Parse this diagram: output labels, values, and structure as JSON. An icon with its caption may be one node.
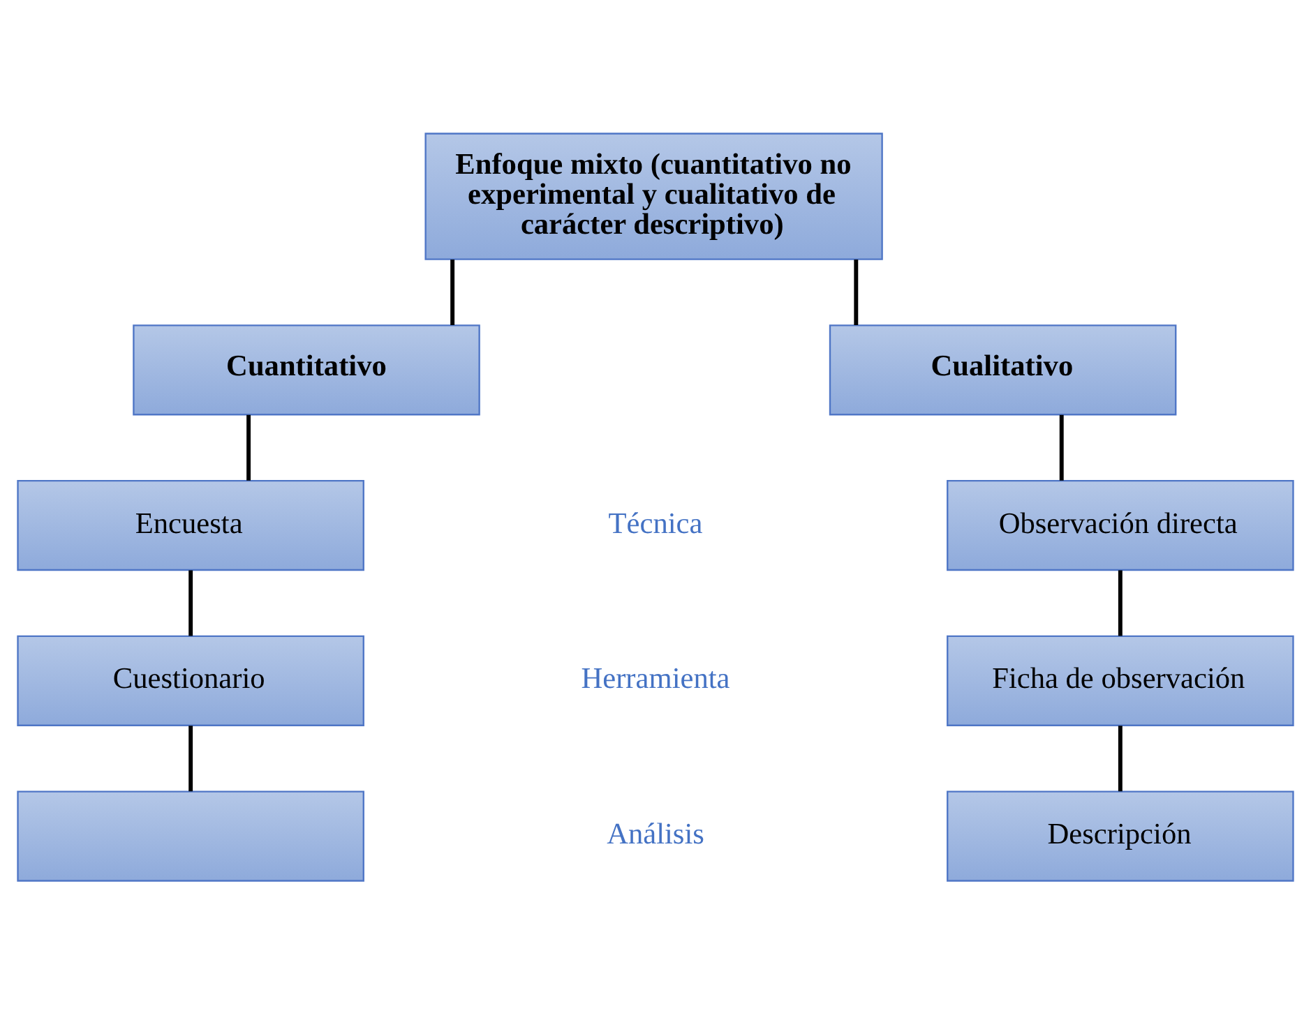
{
  "diagram": {
    "nodes": [
      {
        "text": [
          "Enfoque mixto (cuantitativo no experimental y cualitativo de carácter descriptivo)"
        ]
      },
      {
        "text": [
          "Cuantitativo"
        ]
      },
      {
        "text": [
          "Cualitativo"
        ]
      },
      {
        "text": [
          "Encuesta"
        ]
      },
      {
        "text": [
          "Cuestionario"
        ]
      },
      {
        "text": [],
        "shape": "box"
      },
      {
        "text": [
          "Observación directa"
        ]
      },
      {
        "text": [
          "Ficha de observación"
        ]
      },
      {
        "text": [
          "Descripción"
        ]
      }
    ],
    "edges": [
      {
        "from": 0,
        "to": 1,
        "arrow": "none"
      },
      {
        "from": 0,
        "to": 2,
        "arrow": "none"
      },
      {
        "from": 1,
        "to": 3,
        "arrow": "none"
      },
      {
        "from": 3,
        "to": 4,
        "arrow": "none"
      },
      {
        "from": 4,
        "to": 5,
        "arrow": "none"
      },
      {
        "from": 2,
        "to": 6,
        "arrow": "none"
      },
      {
        "from": 6,
        "to": 7,
        "arrow": "none"
      },
      {
        "from": 7,
        "to": 8,
        "arrow": "none"
      }
    ],
    "labels": [
      "Técnica",
      "Herramienta",
      "Análisis"
    ]
  }
}
